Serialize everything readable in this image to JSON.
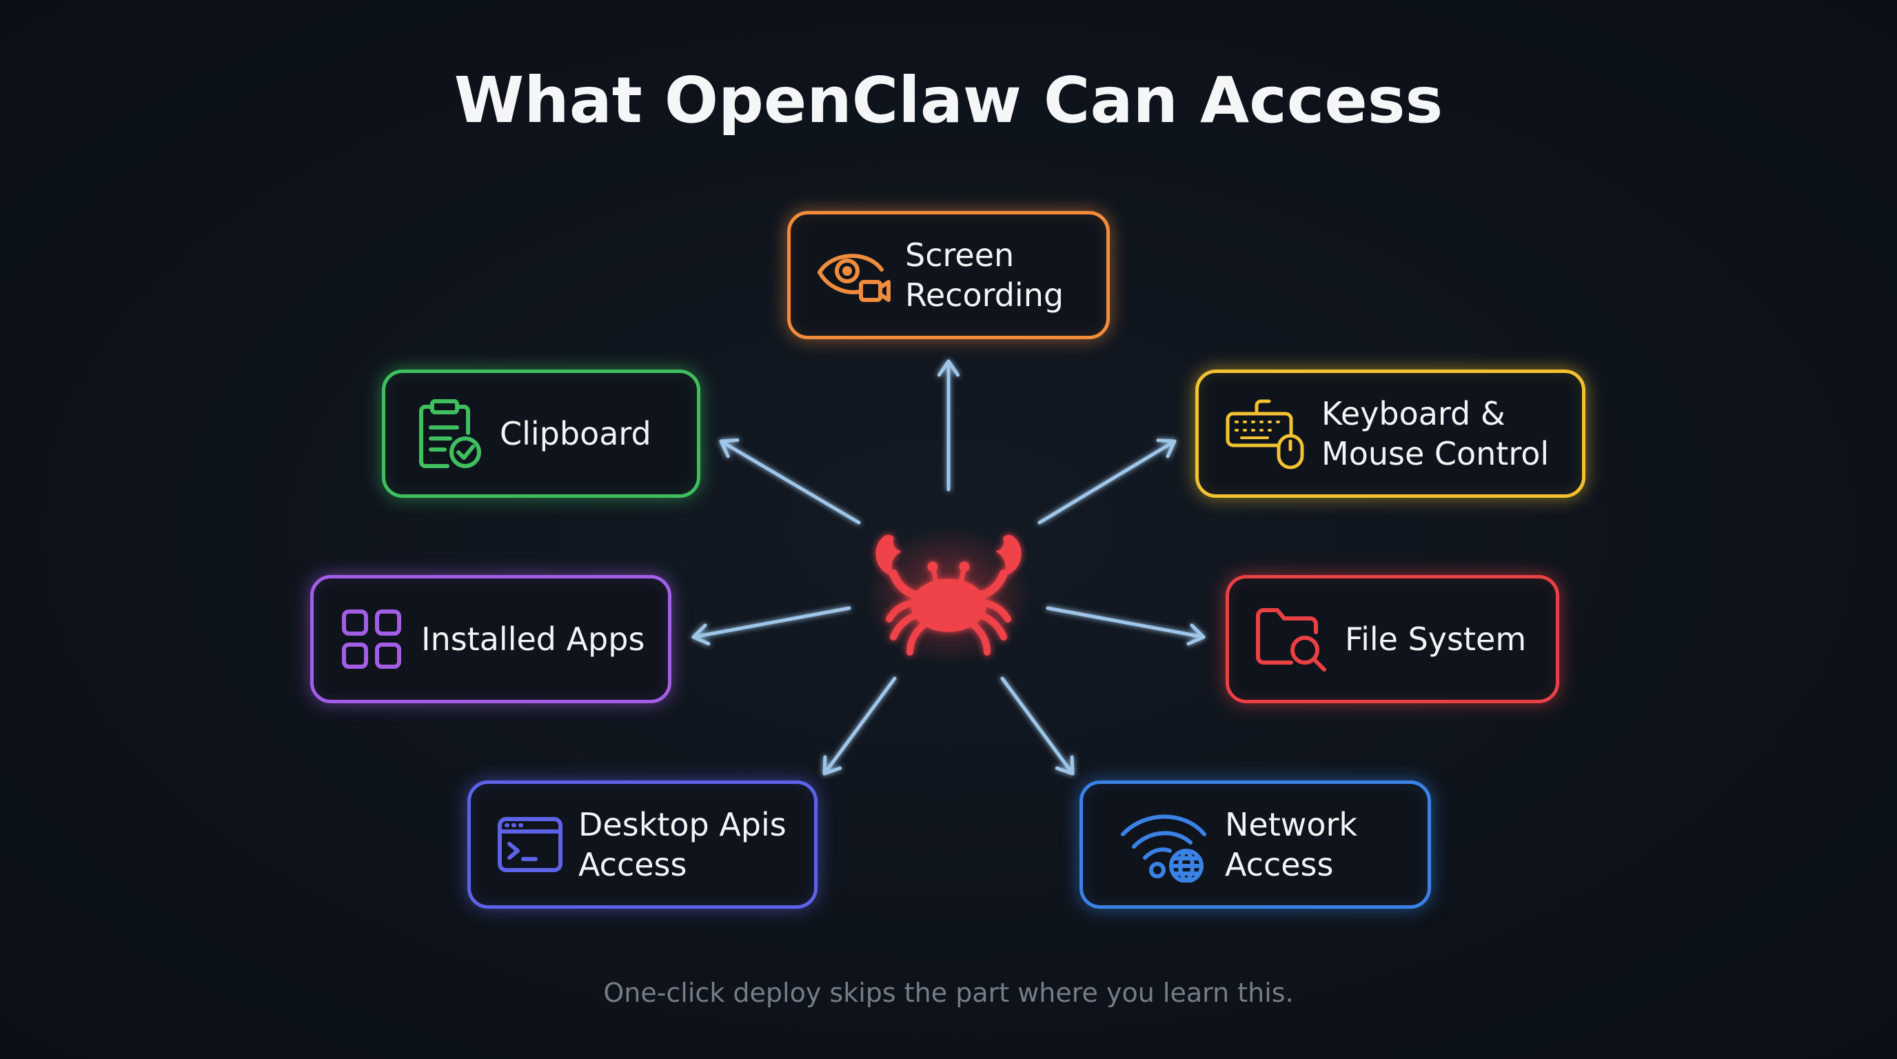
{
  "title": "What OpenClaw Can Access",
  "footer": "One-click deploy skips the part where you learn this.",
  "center": {
    "icon": "crab-icon",
    "color": "#f0434a"
  },
  "arrow_color": "#9fc6e8",
  "nodes": [
    {
      "id": "screen-recording",
      "label": "Screen\nRecording",
      "icon": "eye-camera-icon",
      "color": "#f08c3c"
    },
    {
      "id": "clipboard",
      "label": "Clipboard",
      "icon": "clipboard-check-icon",
      "color": "#3fbf5f"
    },
    {
      "id": "keyboard-mouse",
      "label": "Keyboard &\nMouse Control",
      "icon": "keyboard-mouse-icon",
      "color": "#f2c230"
    },
    {
      "id": "installed-apps",
      "label": "Installed Apps",
      "icon": "app-grid-icon",
      "color": "#a35ee6"
    },
    {
      "id": "file-system",
      "label": "File System",
      "icon": "folder-search-icon",
      "color": "#ea4044"
    },
    {
      "id": "desktop-apis",
      "label": "Desktop Apis\nAccess",
      "icon": "terminal-window-icon",
      "color": "#5d62e8"
    },
    {
      "id": "network-access",
      "label": "Network\nAccess",
      "icon": "wifi-globe-icon",
      "color": "#3a82e6"
    }
  ]
}
